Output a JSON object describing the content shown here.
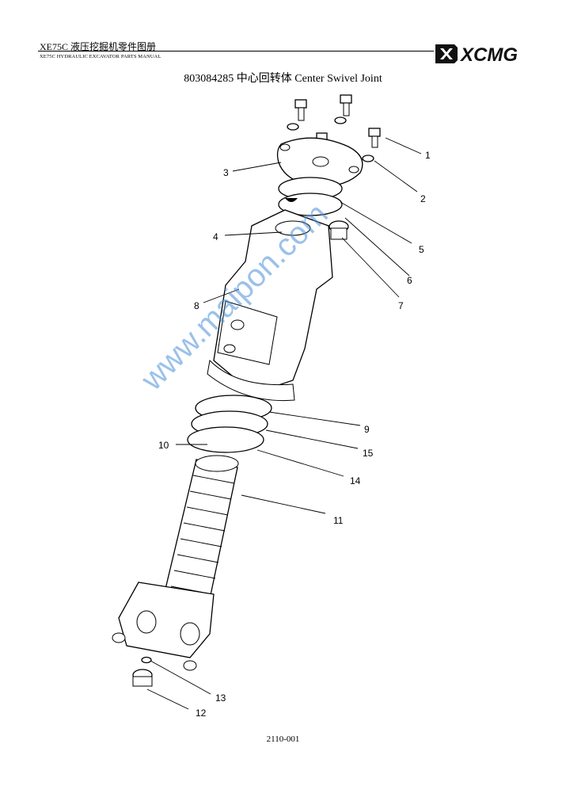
{
  "header": {
    "title_cn": "XE75C  液压挖掘机零件图册",
    "subtitle_en": "XE75C HYDRAULIC EXCAVATOR PARTS MANUAL",
    "logo_text": "XCMG"
  },
  "diagram": {
    "title": "803084285 中心回转体 Center Swivel Joint",
    "callouts": [
      "1",
      "2",
      "3",
      "4",
      "5",
      "6",
      "7",
      "8",
      "9",
      "10",
      "11",
      "12",
      "13",
      "14",
      "15"
    ]
  },
  "watermark": "www.maipon.com",
  "footer": {
    "page_code": "2110-001"
  }
}
